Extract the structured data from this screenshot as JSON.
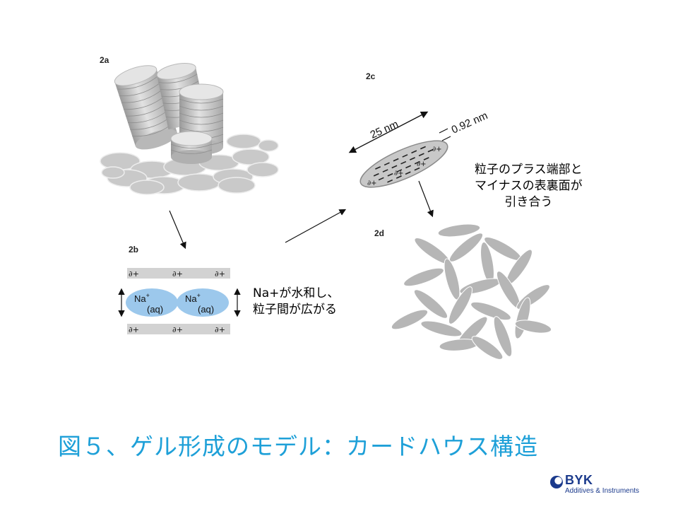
{
  "panels": {
    "a": "2a",
    "b": "2b",
    "c": "2c",
    "d": "2d"
  },
  "platelet": {
    "length": "25 nm",
    "thickness": "0.92 nm",
    "edge_charge": "∂+"
  },
  "hydration": {
    "charge": "∂+",
    "ion": "Na",
    "ion_sup": "+",
    "ion_state": "(aq)"
  },
  "notes": {
    "right_line1": "粒子のプラス端部と",
    "right_line2": "マイナスの表裏面が",
    "right_line3": "引き合う",
    "left_line1": "Na+が水和し、",
    "left_line2": "粒子間が広がる"
  },
  "caption": "図５、ゲル形成のモデル：カードハウス構造",
  "logo": {
    "brand": "BYK",
    "tagline": "Additives & Instruments"
  },
  "colors": {
    "caption": "#1ea0d8",
    "ion_fill": "#9cc8ec",
    "platelet_grey": "#c4c4c4",
    "logo_blue": "#1b3a8c"
  }
}
